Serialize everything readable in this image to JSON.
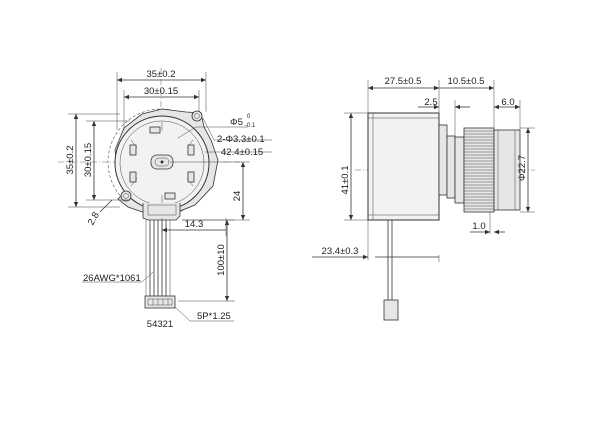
{
  "front_view": {
    "width_outer": "35±0.2",
    "width_inner": "30±0.15",
    "height_outer": "35±0.2",
    "height_inner": "30±0.15",
    "shaft_dia_prefix": "Φ5",
    "shaft_dia_tol_upper": "0",
    "shaft_dia_tol_lower": "-0.1",
    "mount_holes": "2-Φ3.3±0.1",
    "pcd": "42.4±0.15",
    "offset": "24",
    "bracket": "14.3",
    "tab_size": "2.8",
    "lead_length": "100±10",
    "wire_spec": "26AWG*1061",
    "pin_order": "54321",
    "connector": "5P*1.25"
  },
  "side_view": {
    "body_depth": "27.5±0.5",
    "gear_length": "10.5±0.5",
    "flange": "2.5",
    "gear_face": "6.0",
    "body_dia": "41±0.1",
    "gear_dia": "Φ22.7",
    "gear_offset": "1.0",
    "lead_offset": "23.4±0.3"
  }
}
